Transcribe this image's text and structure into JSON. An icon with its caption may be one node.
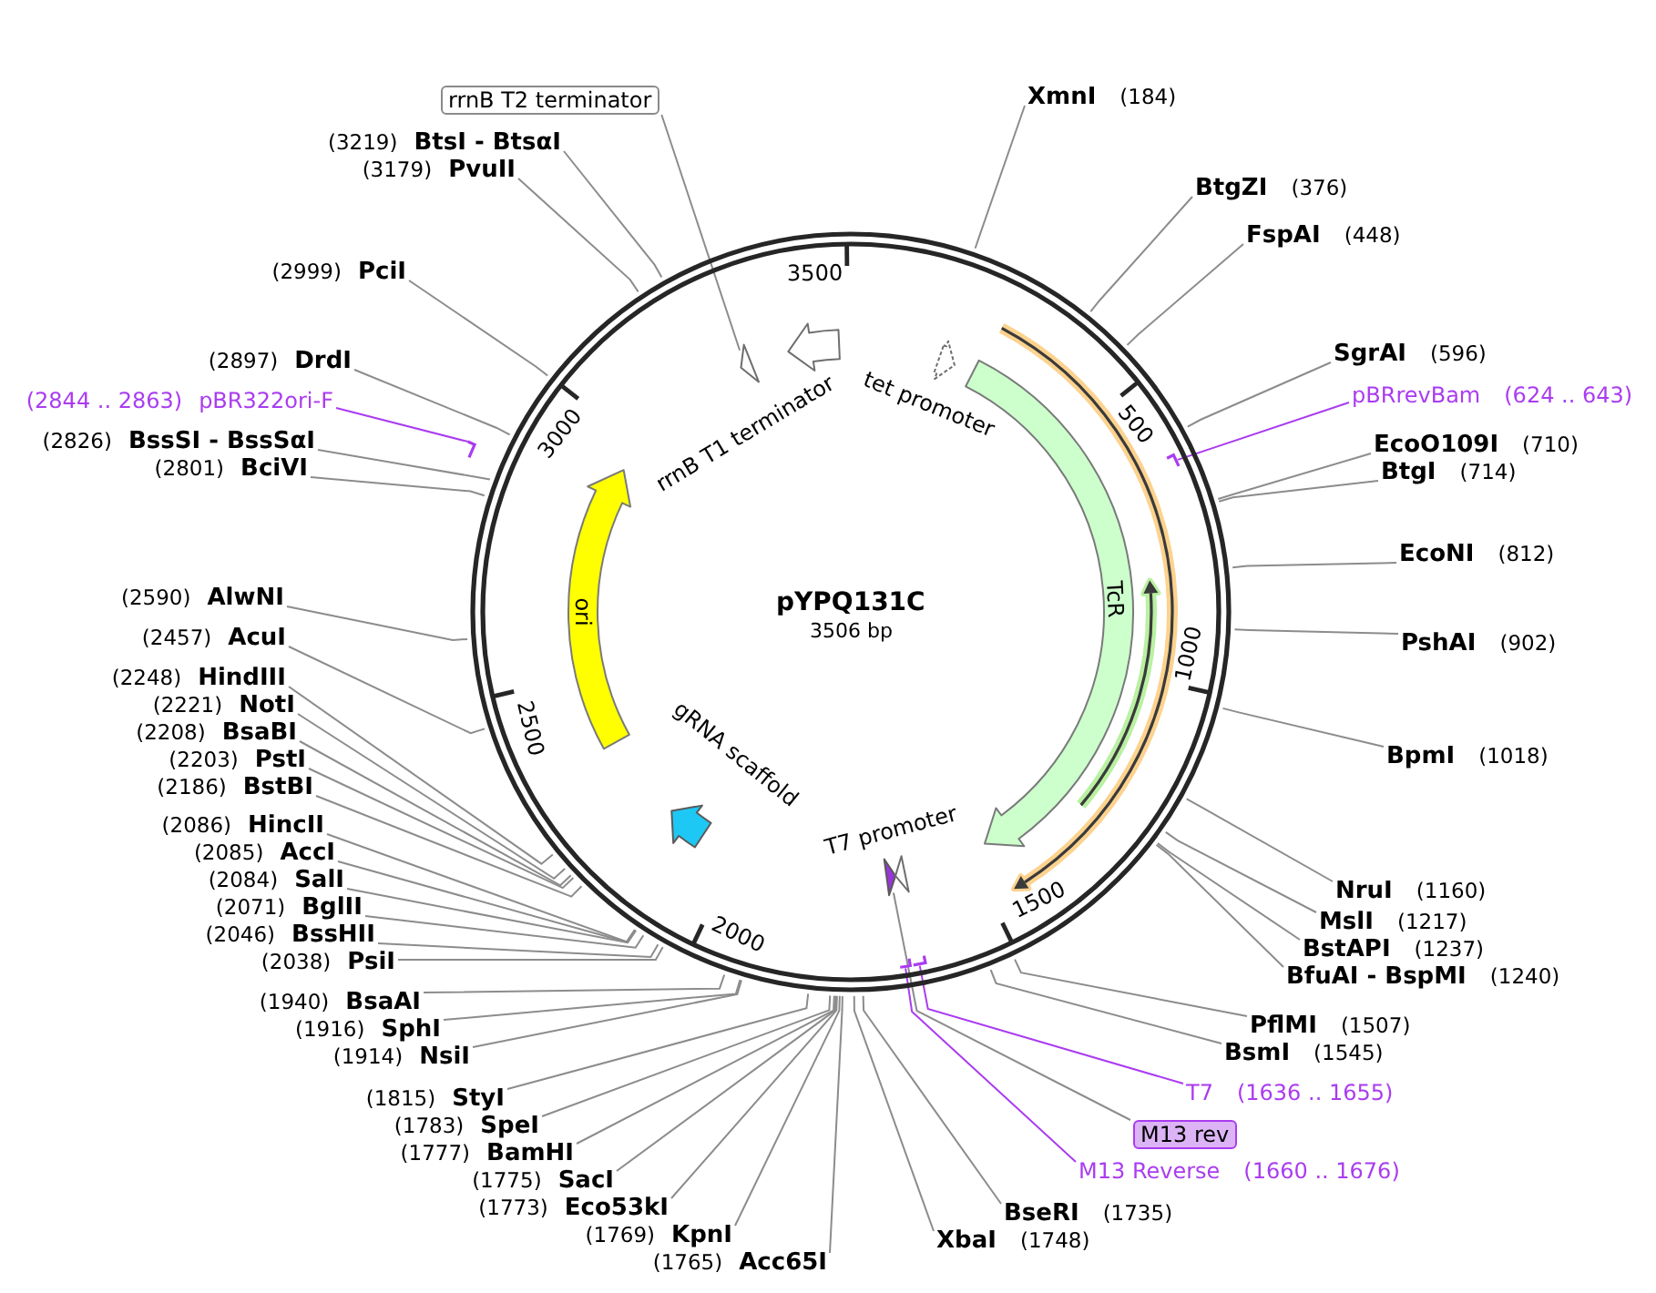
{
  "diagram": {
    "nodes": [
      {
        "text": [
          "rrnB T2 terminator"
        ]
      },
      {
        "text": [
          "XmnI",
          "(184)"
        ]
      },
      {
        "text": [
          "(3219)",
          "BtsI - BtsαI"
        ]
      },
      {
        "text": [
          "(3179)",
          "PvuII"
        ]
      },
      {
        "text": [
          "BtgZI",
          "(376)"
        ]
      },
      {
        "text": [
          "FspAI",
          "(448)"
        ]
      },
      {
        "text": [
          "(2999)",
          "PciI"
        ]
      },
      {
        "text": [
          "SgrAI",
          "(596)"
        ]
      },
      {
        "text": [
          "(2897)",
          "DrdI"
        ]
      },
      {
        "text": [
          "pBRrevBam",
          "(624 .. 643)"
        ]
      },
      {
        "text": [
          "(2844 .. 2863)",
          "pBR322ori-F"
        ]
      },
      {
        "text": [
          "(2826)",
          "BssSI - BssSαI"
        ]
      },
      {
        "text": [
          "EcoO109I",
          "(710)"
        ]
      },
      {
        "text": [
          "BtgI",
          "(714)"
        ]
      },
      {
        "text": [
          "(2801)",
          "BciVI"
        ]
      },
      {
        "text": [
          "EcoNI",
          "(812)"
        ]
      },
      {
        "text": [
          "(2590)",
          "AlwNI"
        ]
      },
      {
        "text": [
          "(2457)",
          "AcuI"
        ]
      },
      {
        "text": [
          "PshAI",
          "(902)"
        ]
      },
      {
        "text": [
          "(2248)",
          "HindIII"
        ]
      },
      {
        "text": [
          "(2221)",
          "NotI"
        ]
      },
      {
        "text": [
          "(2208)",
          "BsaBI"
        ]
      },
      {
        "text": [
          "BpmI",
          "(1018)"
        ]
      },
      {
        "text": [
          "(2203)",
          "PstI"
        ]
      },
      {
        "text": [
          "(2186)",
          "BstBI"
        ]
      },
      {
        "text": [
          "(2086)",
          "HincII"
        ]
      },
      {
        "text": [
          "(2085)",
          "AccI"
        ]
      },
      {
        "text": [
          "(2084)",
          "SalI"
        ]
      },
      {
        "text": [
          "NruI",
          "(1160)"
        ]
      },
      {
        "text": [
          "(2071)",
          "BglII"
        ]
      },
      {
        "text": [
          "MslI",
          "(1217)"
        ]
      },
      {
        "text": [
          "(2046)",
          "BssHII"
        ]
      },
      {
        "text": [
          "BstAPI",
          "(1237)"
        ]
      },
      {
        "text": [
          "(2038)",
          "PsiI"
        ]
      },
      {
        "text": [
          "BfuAI - BspMI",
          "(1240)"
        ]
      },
      {
        "text": [
          "(1940)",
          "BsaAI"
        ]
      },
      {
        "text": [
          "PflMI",
          "(1507)"
        ]
      },
      {
        "text": [
          "(1916)",
          "SphI"
        ]
      },
      {
        "text": [
          "BsmI",
          "(1545)"
        ]
      },
      {
        "text": [
          "(1914)",
          "NsiI"
        ]
      },
      {
        "text": [
          "T7",
          "(1636 .. 1655)"
        ]
      },
      {
        "text": [
          "(1815)",
          "StyI"
        ]
      },
      {
        "text": [
          "(1783)",
          "SpeI"
        ]
      },
      {
        "text": [
          "M13 rev"
        ]
      },
      {
        "text": [
          "(1777)",
          "BamHI"
        ]
      },
      {
        "text": [
          "M13 Reverse",
          "(1660 .. 1676)"
        ]
      },
      {
        "text": [
          "(1775)",
          "SacI"
        ]
      },
      {
        "text": [
          "(1773)",
          "Eco53kI"
        ]
      },
      {
        "text": [
          "BseRI",
          "(1735)"
        ]
      },
      {
        "text": [
          "(1769)",
          "KpnI"
        ]
      },
      {
        "text": [
          "XbaI",
          "(1748)"
        ]
      },
      {
        "text": [
          "(1765)",
          "Acc65I"
        ]
      },
      {
        "text": [
          "rrnB T1 terminator"
        ]
      },
      {
        "text": [],
        "shape": "arrow"
      },
      {
        "text": [
          "tet promoter"
        ]
      },
      {
        "text": [
          "TcR"
        ]
      },
      {
        "text": [
          "ori"
        ]
      },
      {
        "text": [
          "gRNA scaffold"
        ]
      },
      {
        "text": [
          "T7 promoter"
        ]
      },
      {
        "text": [],
        "shape": "arrow"
      },
      {
        "text": [],
        "shape": "bar"
      },
      {
        "text": [],
        "shape": "bar"
      },
      {
        "text": [],
        "shape": "bar"
      },
      {
        "text": [],
        "shape": "bar"
      }
    ],
    "edges": [
      {
        "from": 0,
        "to": 53,
        "arrow": "none"
      },
      {
        "from": 1,
        "to": null,
        "arrow": "none"
      },
      {
        "from": 2,
        "to": null,
        "arrow": "none"
      },
      {
        "from": 3,
        "to": null,
        "arrow": "none"
      },
      {
        "from": 4,
        "to": null,
        "arrow": "none"
      },
      {
        "from": 5,
        "to": null,
        "arrow": "none"
      },
      {
        "from": 6,
        "to": null,
        "arrow": "none"
      },
      {
        "from": 7,
        "to": null,
        "arrow": "none"
      },
      {
        "from": 8,
        "to": null,
        "arrow": "none"
      },
      {
        "from": 9,
        "to": 61,
        "arrow": "none",
        "color": "#aa3cf0"
      },
      {
        "from": 10,
        "to": 60,
        "arrow": "none",
        "color": "#aa3cf0"
      },
      {
        "from": 11,
        "to": null,
        "arrow": "none"
      },
      {
        "from": 12,
        "to": null,
        "arrow": "none"
      },
      {
        "from": 13,
        "to": null,
        "arrow": "none"
      },
      {
        "from": 14,
        "to": null,
        "arrow": "none"
      },
      {
        "from": 15,
        "to": null,
        "arrow": "none"
      },
      {
        "from": 16,
        "to": null,
        "arrow": "none"
      },
      {
        "from": 17,
        "to": null,
        "arrow": "none"
      },
      {
        "from": 18,
        "to": null,
        "arrow": "none"
      },
      {
        "from": 19,
        "to": null,
        "arrow": "none"
      },
      {
        "from": 20,
        "to": null,
        "arrow": "none"
      },
      {
        "from": 21,
        "to": null,
        "arrow": "none"
      },
      {
        "from": 22,
        "to": null,
        "arrow": "none"
      },
      {
        "from": 23,
        "to": null,
        "arrow": "none"
      },
      {
        "from": 24,
        "to": null,
        "arrow": "none"
      },
      {
        "from": 25,
        "to": null,
        "arrow": "none"
      },
      {
        "from": 26,
        "to": null,
        "arrow": "none"
      },
      {
        "from": 27,
        "to": null,
        "arrow": "none"
      },
      {
        "from": 28,
        "to": null,
        "arrow": "none"
      },
      {
        "from": 29,
        "to": null,
        "arrow": "none"
      },
      {
        "from": 30,
        "to": null,
        "arrow": "none"
      },
      {
        "from": 31,
        "to": null,
        "arrow": "none"
      },
      {
        "from": 32,
        "to": null,
        "arrow": "none"
      },
      {
        "from": 33,
        "to": null,
        "arrow": "none"
      },
      {
        "from": 34,
        "to": null,
        "arrow": "none"
      },
      {
        "from": 35,
        "to": null,
        "arrow": "none"
      },
      {
        "from": 36,
        "to": null,
        "arrow": "none"
      },
      {
        "from": 37,
        "to": null,
        "arrow": "none"
      },
      {
        "from": 38,
        "to": null,
        "arrow": "none"
      },
      {
        "from": 39,
        "to": null,
        "arrow": "none"
      },
      {
        "from": 40,
        "to": 62,
        "arrow": "none",
        "color": "#aa3cf0"
      },
      {
        "from": 41,
        "to": null,
        "arrow": "none"
      },
      {
        "from": 42,
        "to": null,
        "arrow": "none"
      },
      {
        "from": 43,
        "to": 59,
        "arrow": "none"
      },
      {
        "from": 44,
        "to": null,
        "arrow": "none"
      },
      {
        "from": 45,
        "to": 63,
        "arrow": "none",
        "color": "#aa3cf0"
      },
      {
        "from": 46,
        "to": null,
        "arrow": "none"
      },
      {
        "from": 47,
        "to": null,
        "arrow": "none"
      },
      {
        "from": 48,
        "to": null,
        "arrow": "none"
      },
      {
        "from": 49,
        "to": null,
        "arrow": "none"
      },
      {
        "from": 50,
        "to": null,
        "arrow": "none"
      },
      {
        "from": 51,
        "to": null,
        "arrow": "none"
      }
    ],
    "labels": [
      "3500",
      "500",
      "3000",
      "pYPQ131C",
      "3506 bp",
      "1000",
      "2500",
      "1500",
      "2000"
    ]
  }
}
